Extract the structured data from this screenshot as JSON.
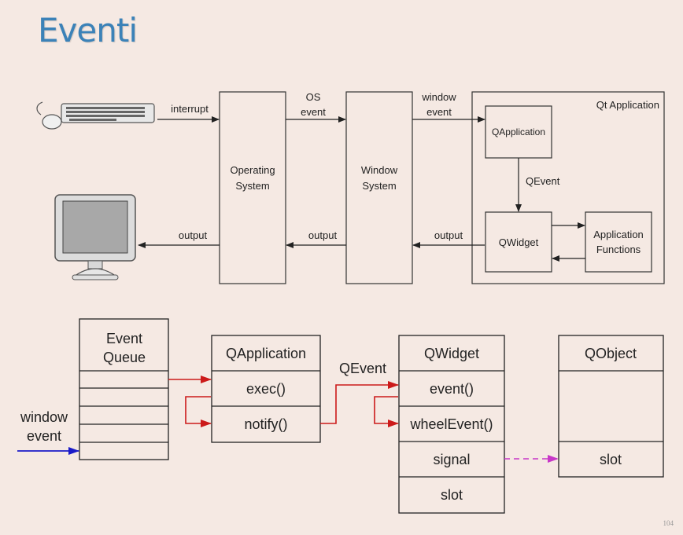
{
  "slide": {
    "title": "Eventi",
    "page_number": "104"
  },
  "top_diagram": {
    "edges": {
      "interrupt": "interrupt",
      "os_event": [
        "OS",
        "event"
      ],
      "window_event": [
        "window",
        "event"
      ],
      "qevent": "QEvent",
      "output_1": "output",
      "output_2": "output",
      "output_3": "output"
    },
    "nodes": {
      "operating_system": [
        "Operating",
        "System"
      ],
      "window_system": [
        "Window",
        "System"
      ],
      "qt_application": "Qt Application",
      "qapplication": "QApplication",
      "qwidget": "QWidget",
      "application_functions": [
        "Application",
        "Functions"
      ]
    }
  },
  "bottom_diagram": {
    "event_queue": {
      "title": [
        "Event",
        "Queue"
      ]
    },
    "qapplication": {
      "title": "QApplication",
      "methods": [
        "exec()",
        "notify()"
      ]
    },
    "qwidget": {
      "title": "QWidget",
      "rows": [
        "event()",
        "wheelEvent()",
        "signal",
        "slot"
      ]
    },
    "qobject": {
      "title": "QObject",
      "slot": "slot"
    },
    "window_event_label": [
      "window",
      "event"
    ],
    "qevent_label": "QEvent"
  },
  "colors": {
    "flow_red": "#cc1a1a",
    "input_blue": "#1a1ac8",
    "signal_magenta": "#c837c8",
    "title_blue": "#3b82b8"
  }
}
